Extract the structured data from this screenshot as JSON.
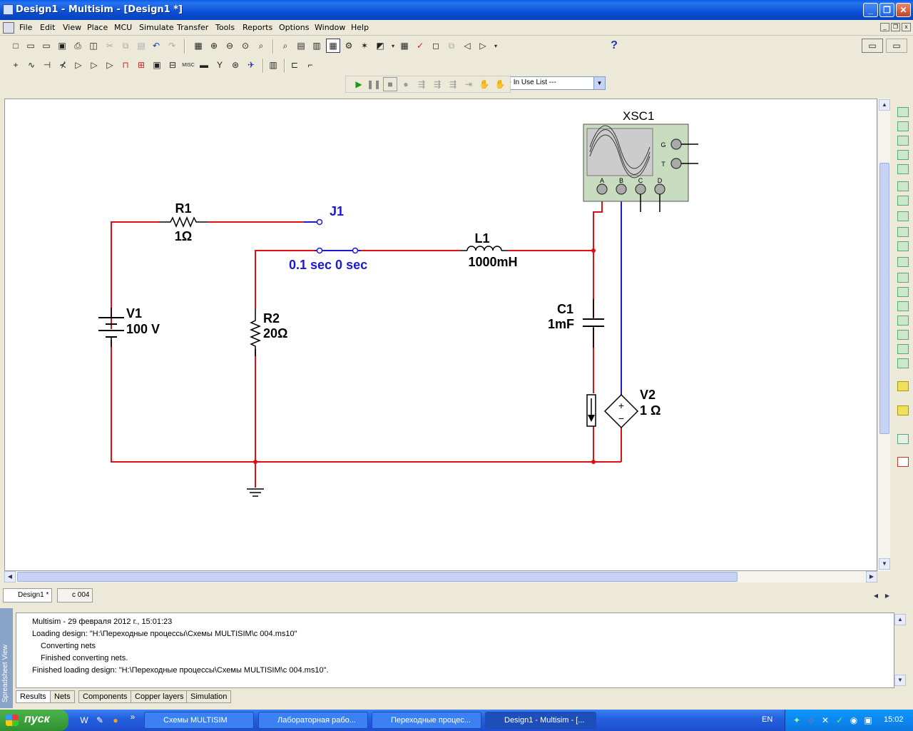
{
  "window": {
    "title": "Design1 - Multisim - [Design1 *]",
    "min": "_",
    "max": "❐",
    "close": "✕"
  },
  "menu": [
    "File",
    "Edit",
    "View",
    "Place",
    "MCU",
    "Simulate",
    "Transfer",
    "Tools",
    "Reports",
    "Options",
    "Window",
    "Help"
  ],
  "toolbar": {
    "in_use_list": "--- In Use List ---",
    "help_icon": "?"
  },
  "schematic": {
    "r1": {
      "name": "R1",
      "value": "1Ω"
    },
    "j1": {
      "name": "J1",
      "value": "0.1 sec 0 sec"
    },
    "l1": {
      "name": "L1",
      "value": "1000mH"
    },
    "c1": {
      "name": "C1",
      "value": "1mF"
    },
    "r2": {
      "name": "R2",
      "value": "20Ω"
    },
    "v1": {
      "name": "V1",
      "value": "100 V"
    },
    "v2": {
      "name": "V2",
      "value": "1 Ω"
    },
    "xsc1": {
      "name": "XSC1",
      "pin_a": "A",
      "pin_b": "B",
      "pin_c": "C",
      "pin_d": "D",
      "pin_g": "G",
      "pin_t": "T"
    },
    "colors": {
      "wire_red": "#e01010",
      "wire_blue": "#1a1acf",
      "label_blue": "#1a1acf"
    }
  },
  "doc_tabs": [
    "Design1 *",
    "c 004"
  ],
  "spreadsheet": {
    "side_label": "Spreadsheet View",
    "log": [
      "Multisim  -  29 февраля 2012 г., 15:01:23",
      "Loading design: \"H:\\Переходные процессы\\Схемы MULTISIM\\c 004.ms10\"",
      "Converting nets",
      "Finished converting nets.",
      "Finished loading design: \"H:\\Переходные процессы\\Схемы MULTISIM\\c 004.ms10\"."
    ],
    "tabs": [
      "Results",
      "Nets",
      "Components",
      "Copper layers",
      "Simulation"
    ]
  },
  "taskbar": {
    "start": "пуск",
    "items": [
      "Схемы MULTISIM",
      "Лабораторная рабо...",
      "Переходные процес...",
      "Design1 - Multisim - [..."
    ],
    "lang": "EN",
    "time": "15:02"
  }
}
